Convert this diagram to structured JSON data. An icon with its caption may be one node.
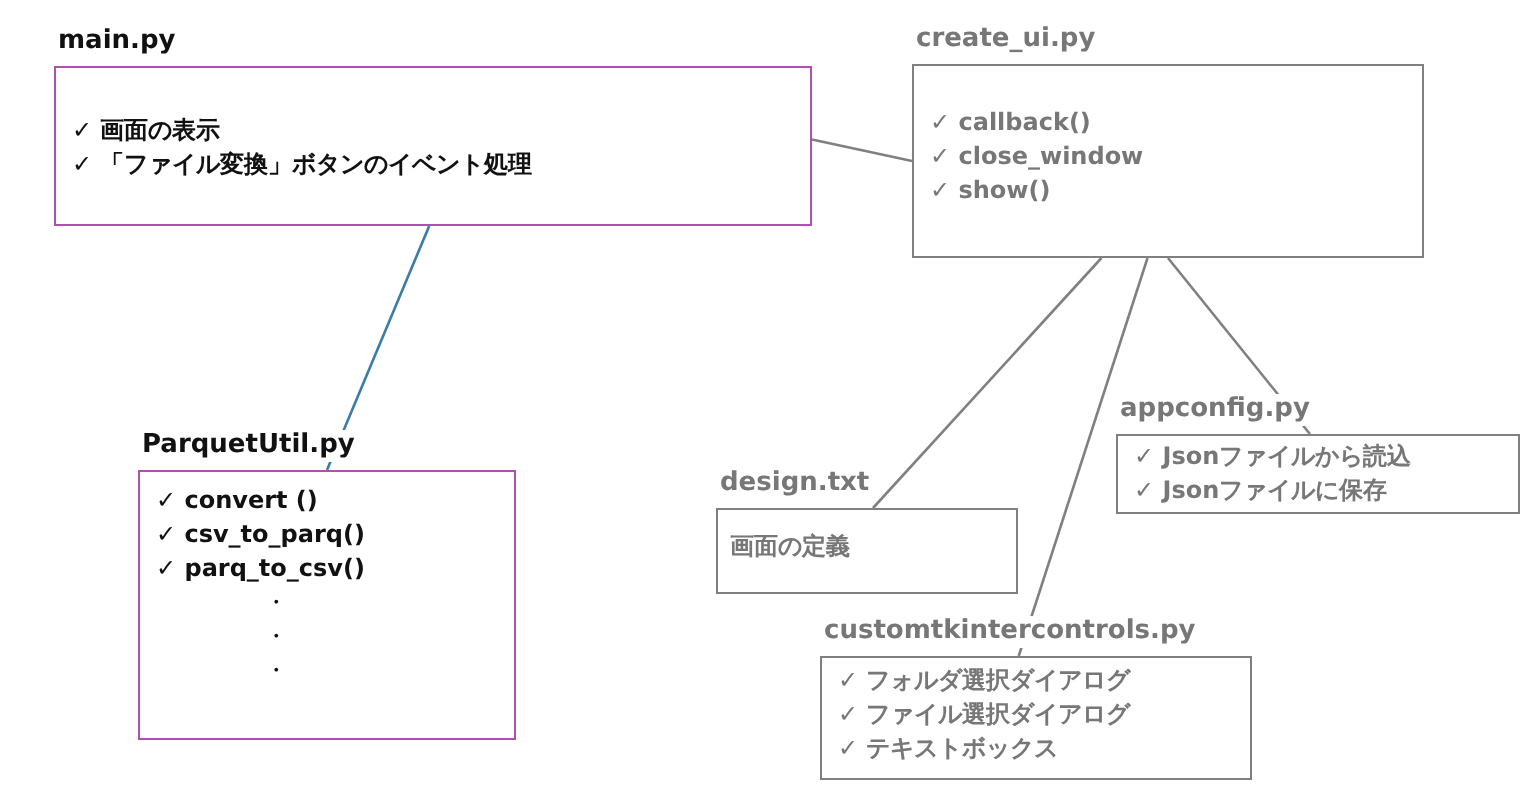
{
  "diagram": {
    "nodes": [
      {
        "text": [
          "main.py",
          "✓ 画面の表示",
          "✓ 「ファイル変換」ボタンのイベント処理"
        ]
      },
      {
        "text": [
          "create_ui.py",
          "✓ callback()",
          "✓ close_window",
          "✓ show()"
        ]
      },
      {
        "text": [
          "ParquetUtil.py",
          "✓ convert ()",
          "✓ csv_to_parq()",
          "✓ parq_to_csv()",
          "・",
          "・",
          "・"
        ]
      },
      {
        "text": [
          "appconfig.py",
          "✓ Jsonファイルから読込",
          "✓ Jsonファイルに保存"
        ]
      },
      {
        "text": [
          "design.txt",
          "画面の定義"
        ]
      },
      {
        "text": [
          "customtkintercontrols.py",
          "✓ フォルダ選択ダイアログ",
          "✓ ファイル選択ダイアログ",
          "✓ テキストボックス"
        ]
      }
    ],
    "edges": [
      {
        "from": 0,
        "to": 1,
        "arrow": "none"
      },
      {
        "from": 0,
        "to": 2,
        "arrow": "none",
        "color": "#3a7ca5"
      },
      {
        "from": 1,
        "to": 4,
        "arrow": "none"
      },
      {
        "from": 1,
        "to": 5,
        "arrow": "none"
      },
      {
        "from": 1,
        "to": 3,
        "arrow": "none"
      }
    ]
  }
}
